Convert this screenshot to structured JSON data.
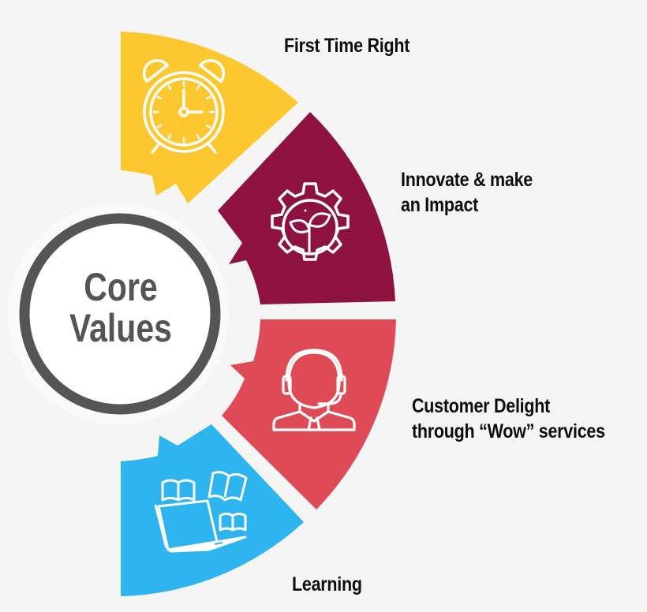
{
  "center": {
    "title_line1": "Core",
    "title_line2": "Values",
    "ring_color": "#555555",
    "text_color": "#555555"
  },
  "segments": [
    {
      "id": "first-time-right",
      "label_lines": [
        "First Time Right"
      ],
      "color": "#fdc82f",
      "icon": "alarm-clock-icon"
    },
    {
      "id": "innovate",
      "label_lines": [
        "Innovate & make",
        "an Impact"
      ],
      "color": "#8e1240",
      "icon": "gear-plant-icon"
    },
    {
      "id": "customer-delight",
      "label_lines": [
        "Customer Delight",
        "through “Wow” services"
      ],
      "color": "#de4b57",
      "icon": "headset-agent-icon"
    },
    {
      "id": "learning",
      "label_lines": [
        "Learning"
      ],
      "color": "#2eb4ef",
      "icon": "laptop-books-icon"
    }
  ],
  "background": "#f5f5f5"
}
